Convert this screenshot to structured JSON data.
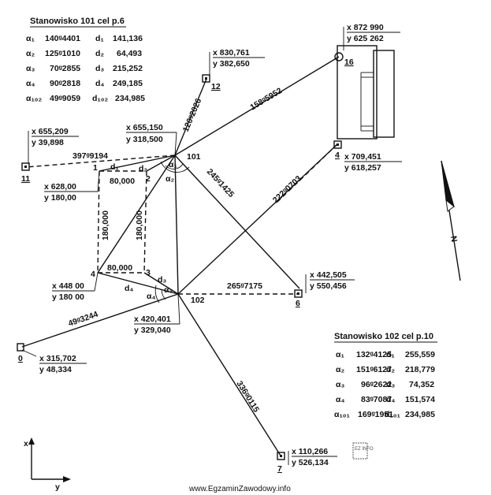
{
  "table101": {
    "title": "Stanowisko 101 cel p.6",
    "rows": [
      {
        "a": "α₁",
        "av": "140ᵍ4401",
        "d": "d₁",
        "dv": "141,136"
      },
      {
        "a": "α₂",
        "av": "125ᵍ1010",
        "d": "d₂",
        "dv": "64,493"
      },
      {
        "a": "α₃",
        "av": "70ᵍ2855",
        "d": "d₃",
        "dv": "215,252"
      },
      {
        "a": "α₄",
        "av": "90ᵍ2818",
        "d": "d₄",
        "dv": "249,185"
      },
      {
        "a": "α₁₀₂",
        "av": "49ᵍ9059",
        "d": "d₁₀₂",
        "dv": "234,985"
      }
    ]
  },
  "table102": {
    "title": "Stanowisko 102 cel p.10",
    "rows": [
      {
        "a": "α₁",
        "av": "132ᵍ4125",
        "d": "d₁",
        "dv": "255,559"
      },
      {
        "a": "α₂",
        "av": "151ᵍ6127",
        "d": "d₂",
        "dv": "218,779"
      },
      {
        "a": "α₃",
        "av": "96ᵍ2622",
        "d": "d₃",
        "dv": "74,352"
      },
      {
        "a": "α₄",
        "av": "83ᵍ7087",
        "d": "d₄",
        "dv": "151,574"
      },
      {
        "a": "α₁₀₁",
        "av": "169ᵍ1951",
        "d": "d₁₀₁",
        "dv": "234,985"
      }
    ]
  },
  "points": {
    "p16": {
      "name": "16",
      "x": "x 872 990",
      "y": "y 625 262"
    },
    "p12": {
      "name": "12",
      "x": "x 830,761",
      "y": "y 382,650"
    },
    "p101": {
      "name": "101",
      "x": "x 655,150",
      "y": "y 318,500"
    },
    "p11": {
      "name": "11",
      "x": "x 655,209",
      "y": "y  39,898"
    },
    "p4t": {
      "name": "4",
      "x": "x 709,451",
      "y": "y 618,257"
    },
    "p1": {
      "name": "1",
      "x": "x 628,00",
      "y": "y 180,00"
    },
    "p2": {
      "name": "2"
    },
    "p3": {
      "name": "3"
    },
    "p4": {
      "name": "4",
      "x": "x 448 00",
      "y": "y 180 00"
    },
    "p6": {
      "name": "6",
      "x": "x 442,505",
      "y": "y 550,456"
    },
    "p102": {
      "name": "102",
      "x": "x 420,401",
      "y": "y 329,040"
    },
    "p10": {
      "name": "0",
      "x": "x 315,702",
      "y": "y  48,334"
    },
    "p7": {
      "name": "7",
      "x": "x 110,266",
      "y": "y 526,134"
    }
  },
  "bearings": {
    "b101_12": "120ᵍ2026",
    "b101_16": "158ᵍ5952",
    "b101_11": "397ᵍ9194",
    "b101_6": "245ᵍ1425",
    "b102_4": "222ᵍ0703",
    "b102_6": "265ᵍ7175",
    "b102_10": "49ᵍ3244",
    "b102_7": "336ᵍ0115"
  },
  "distances": {
    "top": "80,000",
    "bottom": "80,000",
    "left": "180,000",
    "right": "180,000"
  },
  "angles": {
    "d1": "d₁",
    "d2": "d₂",
    "d3": "d₃",
    "d4": "d₄",
    "a1": "α₁",
    "a2": "α₂",
    "a3": "α₃",
    "a4": "α₄"
  },
  "north": "N",
  "axes": {
    "x": "x",
    "y": "y"
  },
  "stamp": "EZ INFO",
  "footer": "www.EgzaminZawodowy.info"
}
